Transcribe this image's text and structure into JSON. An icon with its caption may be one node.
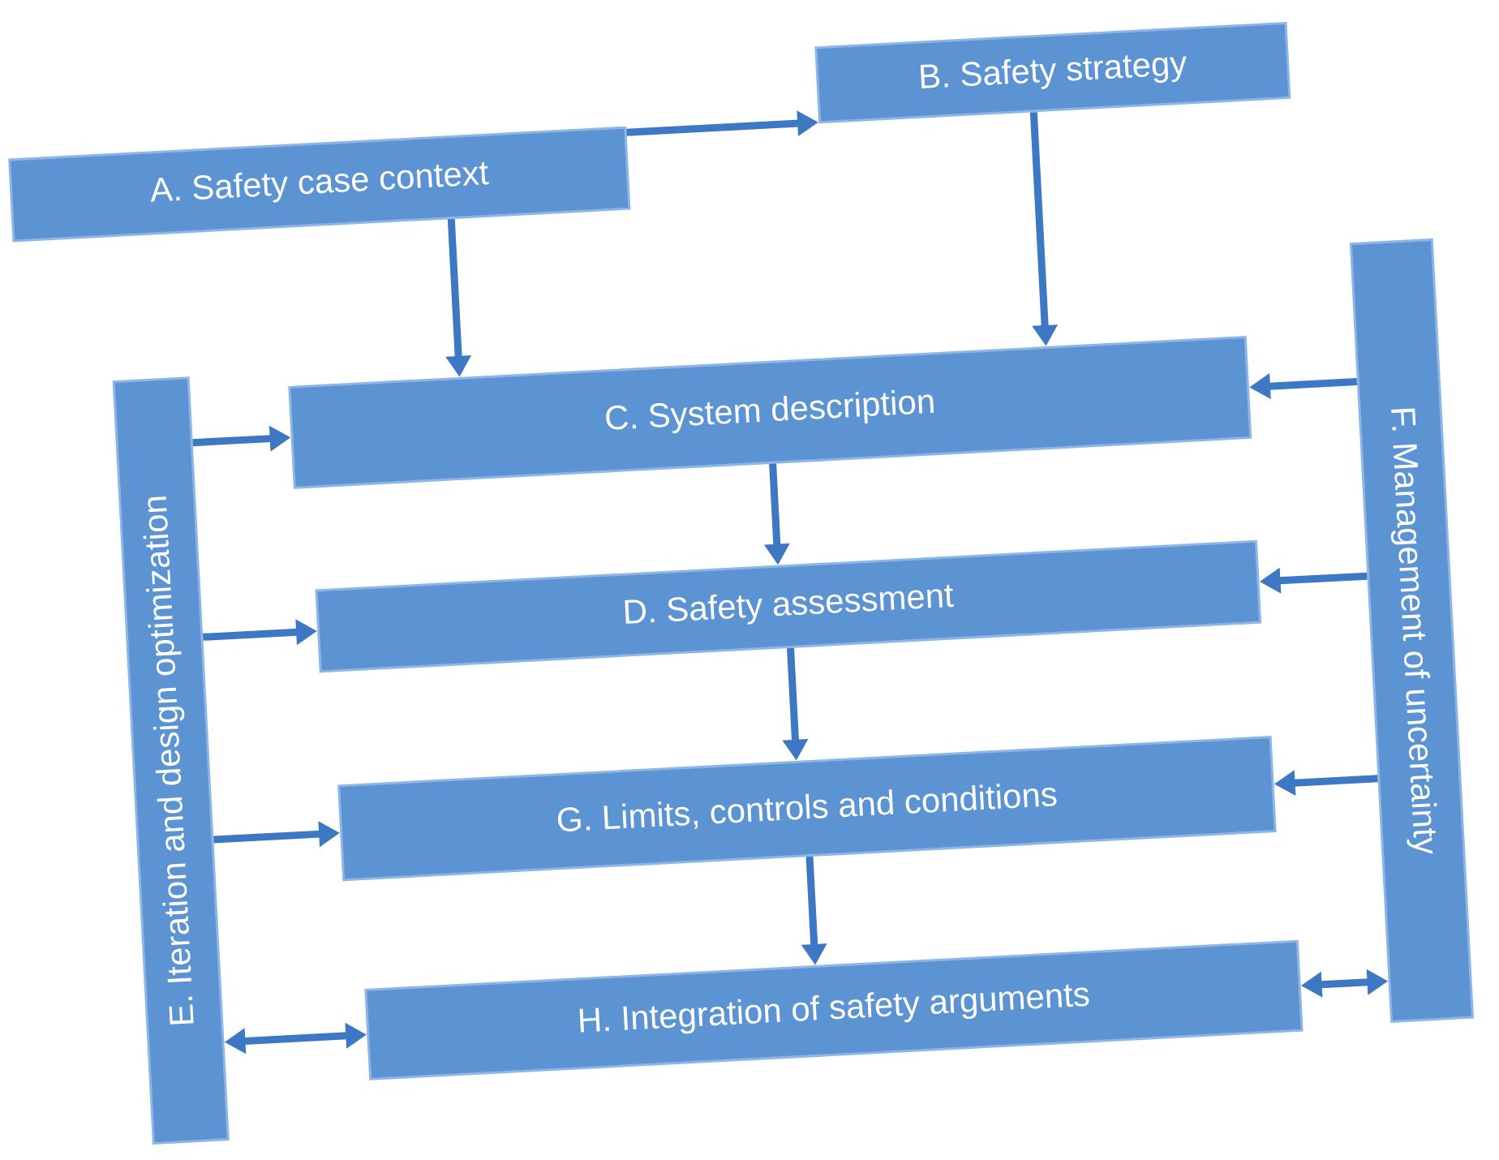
{
  "diagram": {
    "nodes": [
      {
        "text": [
          "A. Safety case context"
        ]
      },
      {
        "text": [
          "B. Safety strategy"
        ]
      },
      {
        "text": [
          "E. Iteration and design optimization"
        ]
      },
      {
        "text": [
          "C. System description"
        ]
      },
      {
        "text": [
          "F. Management of uncertainty"
        ]
      },
      {
        "text": [
          "D. Safety assessment"
        ]
      },
      {
        "text": [
          "G. Limits, controls and conditions"
        ]
      },
      {
        "text": [
          "H. Integration of safety arguments"
        ]
      }
    ],
    "edges": [
      {
        "from": 0,
        "to": 1,
        "arrow": "to"
      },
      {
        "from": 0,
        "to": 3,
        "arrow": "to"
      },
      {
        "from": 1,
        "to": 3,
        "arrow": "to"
      },
      {
        "from": 2,
        "to": 3,
        "arrow": "to"
      },
      {
        "from": 4,
        "to": 3,
        "arrow": "to"
      },
      {
        "from": 3,
        "to": 5,
        "arrow": "to"
      },
      {
        "from": 2,
        "to": 5,
        "arrow": "to"
      },
      {
        "from": 4,
        "to": 5,
        "arrow": "to"
      },
      {
        "from": 5,
        "to": 6,
        "arrow": "to"
      },
      {
        "from": 2,
        "to": 6,
        "arrow": "to"
      },
      {
        "from": 4,
        "to": 6,
        "arrow": "to"
      },
      {
        "from": 6,
        "to": 7,
        "arrow": "to"
      },
      {
        "from": 2,
        "to": 7,
        "arrow": "both"
      },
      {
        "from": 4,
        "to": 7,
        "arrow": "both"
      }
    ]
  }
}
